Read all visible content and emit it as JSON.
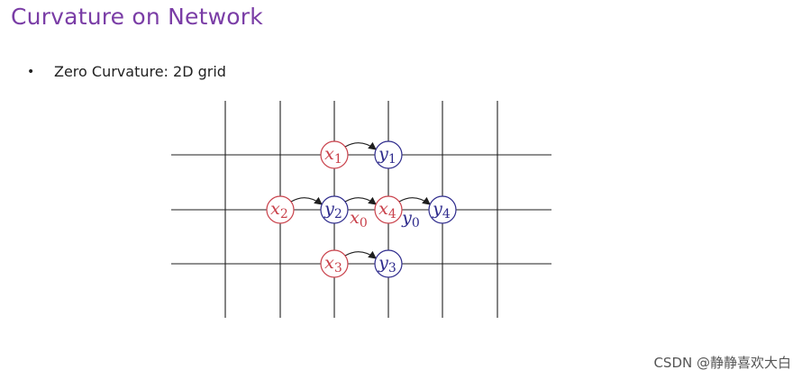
{
  "slide": {
    "title": "Curvature on Network",
    "bullet": "Zero Curvature: 2D grid"
  },
  "diagram": {
    "colors": {
      "red": "#c9404a",
      "blue": "#2d2a8c",
      "grid": "#1f1f1f"
    },
    "nodes": [
      {
        "id": "x1",
        "var": "x",
        "sub": "1",
        "color": "red"
      },
      {
        "id": "y1",
        "var": "y",
        "sub": "1",
        "color": "blue"
      },
      {
        "id": "x2",
        "var": "x",
        "sub": "2",
        "color": "red"
      },
      {
        "id": "y2",
        "var": "y",
        "sub": "2",
        "color": "blue"
      },
      {
        "id": "x4",
        "var": "x",
        "sub": "4",
        "color": "red"
      },
      {
        "id": "y4",
        "var": "y",
        "sub": "4",
        "color": "blue"
      },
      {
        "id": "x3",
        "var": "x",
        "sub": "3",
        "color": "red"
      },
      {
        "id": "y3",
        "var": "y",
        "sub": "3",
        "color": "blue"
      }
    ],
    "labels": [
      {
        "id": "x0",
        "var": "x",
        "sub": "0",
        "color": "red"
      },
      {
        "id": "y0",
        "var": "y",
        "sub": "0",
        "color": "blue"
      }
    ],
    "arrows": [
      {
        "from": "x1",
        "to": "y1"
      },
      {
        "from": "x2",
        "to": "y2"
      },
      {
        "from": "y2",
        "to": "x4"
      },
      {
        "from": "x4",
        "to": "y4"
      },
      {
        "from": "x3",
        "to": "y3"
      }
    ]
  },
  "watermark": "CSDN @静静喜欢大白"
}
